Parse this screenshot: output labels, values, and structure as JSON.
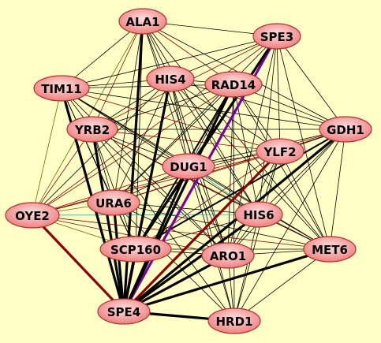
{
  "colors": {
    "background": "#ffffc6",
    "node_fill_center": "#ffdede",
    "node_fill_edge": "#f08080",
    "node_stroke": "#b03030",
    "edge_black": "#000000",
    "edge_brown": "#8b0000",
    "edge_olive": "#6b6b00",
    "edge_purple": "#7b0099",
    "edge_teal": "#3aa0a0"
  },
  "nodes": [
    {
      "id": "ALA1"
    },
    {
      "id": "SPE3"
    },
    {
      "id": "TIM11"
    },
    {
      "id": "HIS4"
    },
    {
      "id": "RAD14"
    },
    {
      "id": "GDH1"
    },
    {
      "id": "YRB2"
    },
    {
      "id": "YLF2"
    },
    {
      "id": "DUG1"
    },
    {
      "id": "URA6"
    },
    {
      "id": "OYE2"
    },
    {
      "id": "HIS6"
    },
    {
      "id": "SCP160"
    },
    {
      "id": "ARO1"
    },
    {
      "id": "MET6"
    },
    {
      "id": "SPE4"
    },
    {
      "id": "HRD1"
    }
  ],
  "edges": [
    {
      "source": "SPE4",
      "target": "SPE3",
      "color": "edge_purple",
      "weight": "thick"
    },
    {
      "source": "SPE4",
      "target": "OYE2",
      "color": "edge_brown",
      "weight": "thick"
    },
    {
      "source": "SPE4",
      "target": "YLF2",
      "color": "edge_brown",
      "weight": "thick"
    },
    {
      "source": "SPE4",
      "target": "HRD1",
      "color": "edge_black",
      "weight": "thick"
    },
    {
      "source": "SPE4",
      "target": "ALA1",
      "color": "edge_black",
      "weight": "thick"
    },
    {
      "source": "SPE4",
      "target": "TIM11",
      "color": "edge_black",
      "weight": "thick"
    },
    {
      "source": "SPE4",
      "target": "YRB2",
      "color": "edge_black",
      "weight": "thick"
    },
    {
      "source": "SPE4",
      "target": "HIS4",
      "color": "edge_black",
      "weight": "thick"
    },
    {
      "source": "SPE4",
      "target": "RAD14",
      "color": "edge_black",
      "weight": "thick"
    },
    {
      "source": "SPE4",
      "target": "DUG1",
      "color": "edge_black",
      "weight": "thick"
    },
    {
      "source": "SPE4",
      "target": "URA6",
      "color": "edge_black",
      "weight": "thick"
    },
    {
      "source": "SPE4",
      "target": "SCP160",
      "color": "edge_black",
      "weight": "thick"
    },
    {
      "source": "SPE4",
      "target": "HIS6",
      "color": "edge_black",
      "weight": "thick"
    },
    {
      "source": "SPE4",
      "target": "ARO1",
      "color": "edge_black",
      "weight": "thick"
    },
    {
      "source": "SPE4",
      "target": "MET6",
      "color": "edge_black",
      "weight": "thick"
    },
    {
      "source": "SPE4",
      "target": "GDH1",
      "color": "edge_black",
      "weight": "thick"
    },
    {
      "source": "SCP160",
      "target": "SPE3",
      "color": "edge_black",
      "weight": "thick"
    },
    {
      "source": "SCP160",
      "target": "GDH1",
      "color": "edge_black",
      "weight": "medium"
    },
    {
      "source": "SCP160",
      "target": "HIS4",
      "color": "edge_black",
      "weight": "medium"
    },
    {
      "source": "SCP160",
      "target": "RAD14",
      "color": "edge_black",
      "weight": "medium"
    },
    {
      "source": "SCP160",
      "target": "TIM11",
      "color": "edge_black",
      "weight": "thin"
    },
    {
      "source": "SCP160",
      "target": "YRB2",
      "color": "edge_black",
      "weight": "thin"
    },
    {
      "source": "SCP160",
      "target": "DUG1",
      "color": "edge_black",
      "weight": "thin"
    },
    {
      "source": "SCP160",
      "target": "URA6",
      "color": "edge_black",
      "weight": "thin"
    },
    {
      "source": "SCP160",
      "target": "YLF2",
      "color": "edge_brown",
      "weight": "thin"
    },
    {
      "source": "SCP160",
      "target": "HIS6",
      "color": "edge_black",
      "weight": "thin"
    },
    {
      "source": "SCP160",
      "target": "ARO1",
      "color": "edge_black",
      "weight": "thin"
    },
    {
      "source": "SCP160",
      "target": "MET6",
      "color": "edge_black",
      "weight": "thin"
    },
    {
      "source": "SCP160",
      "target": "OYE2",
      "color": "edge_olive",
      "weight": "thin"
    },
    {
      "source": "SCP160",
      "target": "ALA1",
      "color": "edge_black",
      "weight": "thin"
    },
    {
      "source": "ALA1",
      "target": "SPE3",
      "color": "edge_black",
      "weight": "thin"
    },
    {
      "source": "ALA1",
      "target": "TIM11",
      "color": "edge_black",
      "weight": "thin"
    },
    {
      "source": "ALA1",
      "target": "HIS4",
      "color": "edge_black",
      "weight": "thin"
    },
    {
      "source": "ALA1",
      "target": "RAD14",
      "color": "edge_brown",
      "weight": "thin"
    },
    {
      "source": "ALA1",
      "target": "GDH1",
      "color": "edge_black",
      "weight": "thin"
    },
    {
      "source": "ALA1",
      "target": "YRB2",
      "color": "edge_brown",
      "weight": "thin"
    },
    {
      "source": "ALA1",
      "target": "DUG1",
      "color": "edge_black",
      "weight": "thin"
    },
    {
      "source": "ALA1",
      "target": "URA6",
      "color": "edge_black",
      "weight": "thin"
    },
    {
      "source": "ALA1",
      "target": "HIS6",
      "color": "edge_black",
      "weight": "thin"
    },
    {
      "source": "ALA1",
      "target": "ARO1",
      "color": "edge_black",
      "weight": "thin"
    },
    {
      "source": "ALA1",
      "target": "MET6",
      "color": "edge_black",
      "weight": "thin"
    },
    {
      "source": "ALA1",
      "target": "OYE2",
      "color": "edge_olive",
      "weight": "thin"
    },
    {
      "source": "SPE3",
      "target": "TIM11",
      "color": "edge_black",
      "weight": "thin"
    },
    {
      "source": "SPE3",
      "target": "HIS4",
      "color": "edge_black",
      "weight": "thin"
    },
    {
      "source": "SPE3",
      "target": "GDH1",
      "color": "edge_black",
      "weight": "thin"
    },
    {
      "source": "SPE3",
      "target": "YRB2",
      "color": "edge_brown",
      "weight": "thin"
    },
    {
      "source": "SPE3",
      "target": "DUG1",
      "color": "edge_black",
      "weight": "thin"
    },
    {
      "source": "SPE3",
      "target": "URA6",
      "color": "edge_black",
      "weight": "thin"
    },
    {
      "source": "SPE3",
      "target": "YLF2",
      "color": "edge_black",
      "weight": "thin"
    },
    {
      "source": "SPE3",
      "target": "HIS6",
      "color": "edge_black",
      "weight": "thin"
    },
    {
      "source": "SPE3",
      "target": "ARO1",
      "color": "edge_black",
      "weight": "thin"
    },
    {
      "source": "SPE3",
      "target": "MET6",
      "color": "edge_black",
      "weight": "thin"
    },
    {
      "source": "SPE3",
      "target": "OYE2",
      "color": "edge_brown",
      "weight": "thin"
    },
    {
      "source": "TIM11",
      "target": "HIS4",
      "color": "edge_black",
      "weight": "thin"
    },
    {
      "source": "TIM11",
      "target": "RAD14",
      "color": "edge_black",
      "weight": "thin"
    },
    {
      "source": "TIM11",
      "target": "GDH1",
      "color": "edge_black",
      "weight": "thin"
    },
    {
      "source": "TIM11",
      "target": "YRB2",
      "color": "edge_black",
      "weight": "thin"
    },
    {
      "source": "TIM11",
      "target": "DUG1",
      "color": "edge_black",
      "weight": "thin"
    },
    {
      "source": "TIM11",
      "target": "URA6",
      "color": "edge_black",
      "weight": "thin"
    },
    {
      "source": "TIM11",
      "target": "YLF2",
      "color": "edge_brown",
      "weight": "thin"
    },
    {
      "source": "TIM11",
      "target": "HIS6",
      "color": "edge_black",
      "weight": "thin"
    },
    {
      "source": "TIM11",
      "target": "ARO1",
      "color": "edge_black",
      "weight": "thin"
    },
    {
      "source": "TIM11",
      "target": "MET6",
      "color": "edge_black",
      "weight": "thin"
    },
    {
      "source": "TIM11",
      "target": "OYE2",
      "color": "edge_olive",
      "weight": "thin"
    },
    {
      "source": "HIS4",
      "target": "RAD14",
      "color": "edge_black",
      "weight": "thin"
    },
    {
      "source": "HIS4",
      "target": "GDH1",
      "color": "edge_black",
      "weight": "thin"
    },
    {
      "source": "HIS4",
      "target": "YRB2",
      "color": "edge_black",
      "weight": "thin"
    },
    {
      "source": "HIS4",
      "target": "DUG1",
      "color": "edge_black",
      "weight": "thin"
    },
    {
      "source": "HIS4",
      "target": "URA6",
      "color": "edge_black",
      "weight": "thin"
    },
    {
      "source": "HIS4",
      "target": "YLF2",
      "color": "edge_black",
      "weight": "thin"
    },
    {
      "source": "HIS4",
      "target": "HIS6",
      "color": "edge_black",
      "weight": "thin"
    },
    {
      "source": "HIS4",
      "target": "ARO1",
      "color": "edge_black",
      "weight": "thin"
    },
    {
      "source": "HIS4",
      "target": "MET6",
      "color": "edge_black",
      "weight": "thin"
    },
    {
      "source": "HIS4",
      "target": "OYE2",
      "color": "edge_black",
      "weight": "thin"
    },
    {
      "source": "HIS4",
      "target": "HRD1",
      "color": "edge_black",
      "weight": "thin"
    },
    {
      "source": "RAD14",
      "target": "GDH1",
      "color": "edge_black",
      "weight": "thin"
    },
    {
      "source": "RAD14",
      "target": "YRB2",
      "color": "edge_black",
      "weight": "thin"
    },
    {
      "source": "RAD14",
      "target": "DUG1",
      "color": "edge_black",
      "weight": "thin"
    },
    {
      "source": "RAD14",
      "target": "URA6",
      "color": "edge_black",
      "weight": "thin"
    },
    {
      "source": "RAD14",
      "target": "YLF2",
      "color": "edge_black",
      "weight": "thin"
    },
    {
      "source": "RAD14",
      "target": "HIS6",
      "color": "edge_black",
      "weight": "thin"
    },
    {
      "source": "RAD14",
      "target": "ARO1",
      "color": "edge_black",
      "weight": "thin"
    },
    {
      "source": "RAD14",
      "target": "MET6",
      "color": "edge_black",
      "weight": "thin"
    },
    {
      "source": "RAD14",
      "target": "OYE2",
      "color": "edge_brown",
      "weight": "thin"
    },
    {
      "source": "RAD14",
      "target": "HRD1",
      "color": "edge_black",
      "weight": "thin"
    },
    {
      "source": "GDH1",
      "target": "YRB2",
      "color": "edge_black",
      "weight": "thin"
    },
    {
      "source": "GDH1",
      "target": "DUG1",
      "color": "edge_black",
      "weight": "thin"
    },
    {
      "source": "GDH1",
      "target": "URA6",
      "color": "edge_brown",
      "weight": "thin"
    },
    {
      "source": "GDH1",
      "target": "YLF2",
      "color": "edge_black",
      "weight": "thin"
    },
    {
      "source": "GDH1",
      "target": "HIS6",
      "color": "edge_black",
      "weight": "thin"
    },
    {
      "source": "GDH1",
      "target": "ARO1",
      "color": "edge_black",
      "weight": "thin"
    },
    {
      "source": "GDH1",
      "target": "MET6",
      "color": "edge_black",
      "weight": "thin"
    },
    {
      "source": "GDH1",
      "target": "HRD1",
      "color": "edge_black",
      "weight": "thin"
    },
    {
      "source": "GDH1",
      "target": "OYE2",
      "color": "edge_brown",
      "weight": "thin"
    },
    {
      "source": "YRB2",
      "target": "DUG1",
      "color": "edge_black",
      "weight": "thin"
    },
    {
      "source": "YRB2",
      "target": "URA6",
      "color": "edge_black",
      "weight": "thin"
    },
    {
      "source": "YRB2",
      "target": "YLF2",
      "color": "edge_brown",
      "weight": "thin"
    },
    {
      "source": "YRB2",
      "target": "HIS6",
      "color": "edge_black",
      "weight": "thin"
    },
    {
      "source": "YRB2",
      "target": "ARO1",
      "color": "edge_black",
      "weight": "thin"
    },
    {
      "source": "YRB2",
      "target": "MET6",
      "color": "edge_brown",
      "weight": "thin"
    },
    {
      "source": "YRB2",
      "target": "OYE2",
      "color": "edge_brown",
      "weight": "thin"
    },
    {
      "source": "YRB2",
      "target": "HRD1",
      "color": "edge_black",
      "weight": "thin"
    },
    {
      "source": "DUG1",
      "target": "URA6",
      "color": "edge_black",
      "weight": "thin"
    },
    {
      "source": "DUG1",
      "target": "YLF2",
      "color": "edge_black",
      "weight": "thin"
    },
    {
      "source": "DUG1",
      "target": "HIS6",
      "color": "edge_teal",
      "weight": "thin"
    },
    {
      "source": "DUG1",
      "target": "ARO1",
      "color": "edge_black",
      "weight": "thin"
    },
    {
      "source": "DUG1",
      "target": "MET6",
      "color": "edge_black",
      "weight": "thin"
    },
    {
      "source": "DUG1",
      "target": "OYE2",
      "color": "edge_brown",
      "weight": "thin"
    },
    {
      "source": "DUG1",
      "target": "HRD1",
      "color": "edge_black",
      "weight": "thin"
    },
    {
      "source": "URA6",
      "target": "YLF2",
      "color": "edge_brown",
      "weight": "thin"
    },
    {
      "source": "URA6",
      "target": "HIS6",
      "color": "edge_black",
      "weight": "thin"
    },
    {
      "source": "URA6",
      "target": "ARO1",
      "color": "edge_black",
      "weight": "thin"
    },
    {
      "source": "URA6",
      "target": "MET6",
      "color": "edge_black",
      "weight": "thin"
    },
    {
      "source": "URA6",
      "target": "OYE2",
      "color": "edge_olive",
      "weight": "thin"
    },
    {
      "source": "URA6",
      "target": "HRD1",
      "color": "edge_black",
      "weight": "thin"
    },
    {
      "source": "YLF2",
      "target": "HIS6",
      "color": "edge_black",
      "weight": "thin"
    },
    {
      "source": "YLF2",
      "target": "ARO1",
      "color": "edge_black",
      "weight": "thin"
    },
    {
      "source": "YLF2",
      "target": "MET6",
      "color": "edge_black",
      "weight": "thin"
    },
    {
      "source": "YLF2",
      "target": "OYE2",
      "color": "edge_brown",
      "weight": "thin"
    },
    {
      "source": "YLF2",
      "target": "HRD1",
      "color": "edge_black",
      "weight": "thin"
    },
    {
      "source": "HIS6",
      "target": "ARO1",
      "color": "edge_black",
      "weight": "thin"
    },
    {
      "source": "HIS6",
      "target": "MET6",
      "color": "edge_black",
      "weight": "thin"
    },
    {
      "source": "HIS6",
      "target": "OYE2",
      "color": "edge_teal",
      "weight": "thin"
    },
    {
      "source": "HIS6",
      "target": "HRD1",
      "color": "edge_black",
      "weight": "thin"
    },
    {
      "source": "ARO1",
      "target": "MET6",
      "color": "edge_black",
      "weight": "thin"
    },
    {
      "source": "ARO1",
      "target": "OYE2",
      "color": "edge_brown",
      "weight": "thin"
    },
    {
      "source": "ARO1",
      "target": "HRD1",
      "color": "edge_black",
      "weight": "thin"
    },
    {
      "source": "MET6",
      "target": "HRD1",
      "color": "edge_black",
      "weight": "thin"
    },
    {
      "source": "MET6",
      "target": "OYE2",
      "color": "edge_brown",
      "weight": "thin"
    }
  ]
}
